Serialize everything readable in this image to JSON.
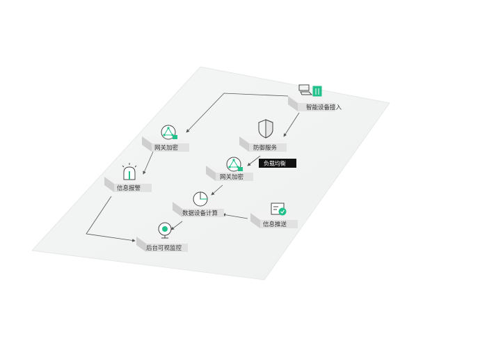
{
  "colors": {
    "platform": "#f4f5f5",
    "platform_edge": "#e8eaea",
    "box_top": "#f2f2f2",
    "box_front": "#e1e1e1",
    "box_side": "#cfcfcf",
    "line": "#555555",
    "icon_stroke": "#444444",
    "accent": "#22c08a",
    "tag_bg": "#111111"
  },
  "nodes": [
    {
      "id": "smart-device-access",
      "label": "智能设备接入",
      "icon": "device-access-icon"
    },
    {
      "id": "defense-service",
      "label": "防御服务",
      "icon": "shield-icon"
    },
    {
      "id": "gateway-encrypt-left",
      "label": "网关加密",
      "icon": "network-lock-icon"
    },
    {
      "id": "gateway-encrypt-center",
      "label": "网关加密",
      "icon": "network-lock-icon"
    },
    {
      "id": "info-alarm",
      "label": "信息报警",
      "icon": "alarm-light-icon"
    },
    {
      "id": "data-device-compute",
      "label": "数据设备计算",
      "icon": "pie-chart-icon"
    },
    {
      "id": "info-push",
      "label": "信息推送",
      "icon": "message-check-icon"
    },
    {
      "id": "backend-visual-monitor",
      "label": "后台可视监控",
      "icon": "camera-icon"
    }
  ],
  "tags": [
    {
      "id": "load-balance",
      "label": "负载均衡"
    }
  ]
}
